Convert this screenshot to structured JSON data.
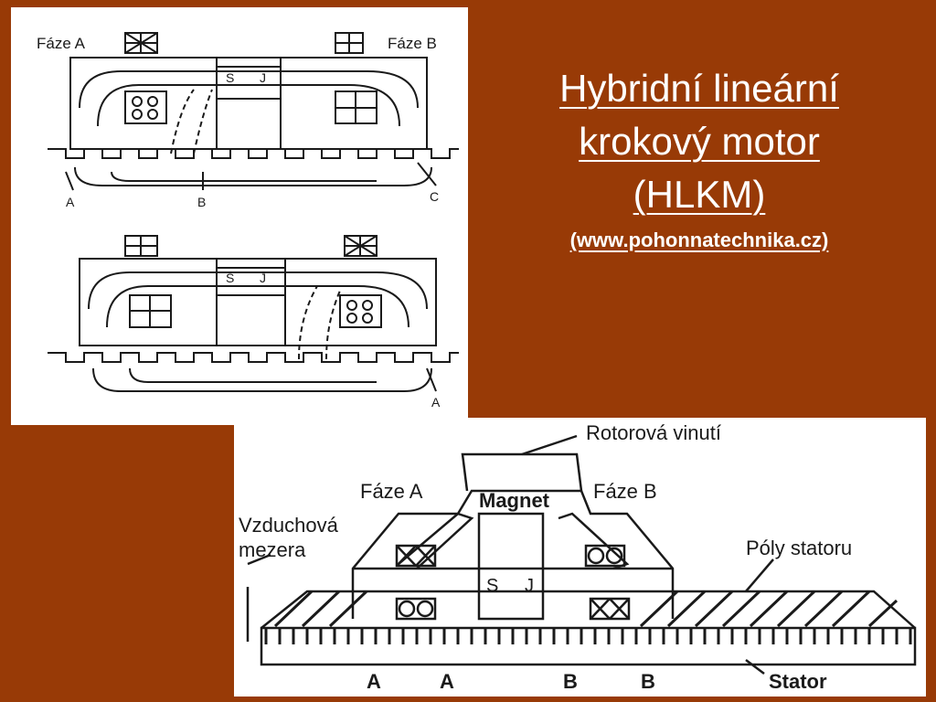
{
  "slide": {
    "title_lines": [
      "Hybridní lineární",
      "krokový motor",
      "(HLKM)"
    ],
    "source": "(www.pohonnatechnika.cz)",
    "colors": {
      "background": "#983a06",
      "panel": "#ffffff",
      "ink": "#1a1a1a",
      "title": "#ffffff"
    }
  },
  "top_diagram": {
    "label_phase_a": "Fáze A",
    "label_phase_b": "Fáze B",
    "magnet_top": "S",
    "magnet_top_right": "J",
    "magnet_bottom": "S",
    "magnet_bottom_right": "J",
    "pointer_a": "A",
    "pointer_b": "B",
    "pointer_c": "C",
    "pointer_a2": "A"
  },
  "bottom_diagram": {
    "rotor_windings": "Rotorová vinutí",
    "phase_a": "Fáze A",
    "phase_b": "Fáze B",
    "magnet": "Magnet",
    "air_gap": [
      "Vzduchová",
      "mezera"
    ],
    "stator_poles": "Póly statoru",
    "pole_s": "S",
    "pole_j": "J",
    "stator": "Stator",
    "tooth_labels": [
      "A",
      "A",
      "B",
      "B"
    ]
  }
}
